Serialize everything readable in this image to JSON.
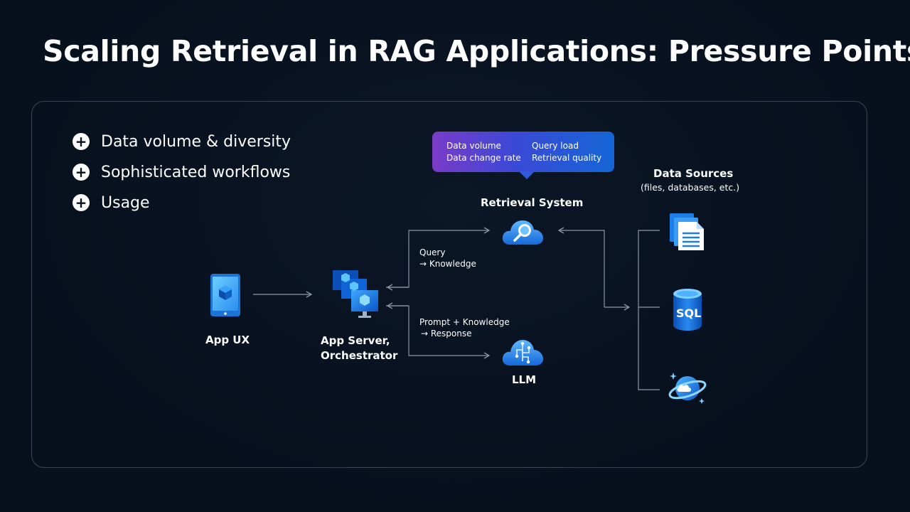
{
  "title": "Scaling Retrieval in RAG Applications: Pressure Points",
  "bullets": [
    "Data volume & diversity",
    "Sophisticated workflows",
    "Usage"
  ],
  "callout": {
    "left_top": "Data volume",
    "left_bottom": "Data change rate",
    "right_top": "Query load",
    "right_bottom": "Retrieval quality"
  },
  "nodes": {
    "retrieval_system": "Retrieval System",
    "app_ux": "App UX",
    "app_server_line1": "App Server,",
    "app_server_line2": "Orchestrator",
    "llm": "LLM",
    "data_sources": "Data Sources",
    "data_sources_sub": "(files, databases, etc.)"
  },
  "edges": {
    "query_line1": "Query",
    "query_line2": "→ Knowledge",
    "prompt_line1": "Prompt + Knowledge",
    "prompt_line2": "→ Response"
  },
  "icons": {
    "sql_text": "SQL"
  }
}
